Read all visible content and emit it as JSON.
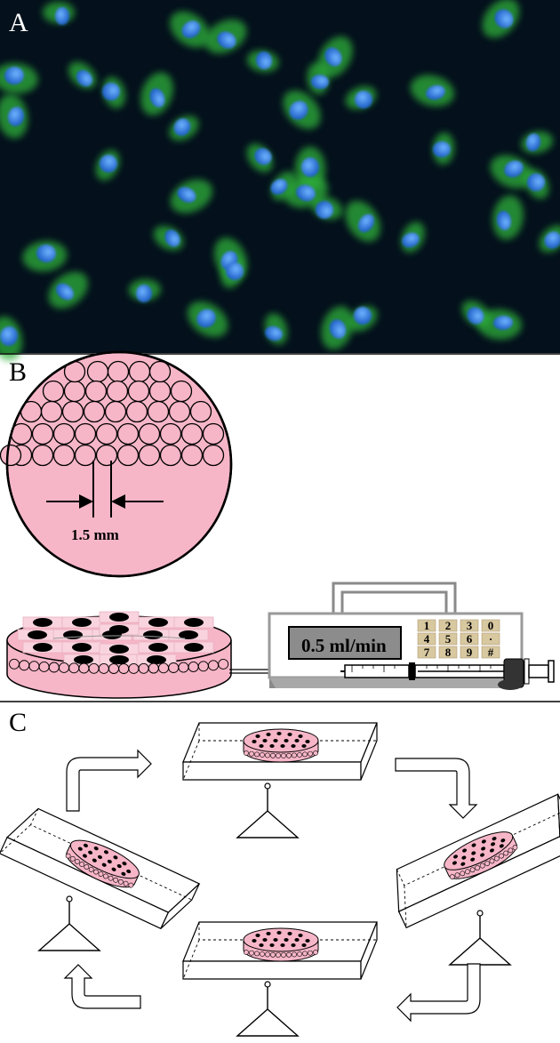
{
  "panels": {
    "a": {
      "label": "A"
    },
    "b": {
      "label": "B",
      "measurement": "1.5 mm",
      "pump_display": "0.5 ml/min",
      "keypad": [
        "1",
        "2",
        "3",
        "0",
        "4",
        "5",
        "6",
        "·",
        "7",
        "8",
        "9",
        "#"
      ]
    },
    "c": {
      "label": "C"
    }
  },
  "colors": {
    "micrograph_bg": "#04101c",
    "nucleus": "#2f7fe0",
    "cytoplasm": "#2fb03a",
    "scaffold_pink": "#f7b6c8",
    "key_bg": "#d8c8a0",
    "display_bg": "#8c8c8c"
  }
}
